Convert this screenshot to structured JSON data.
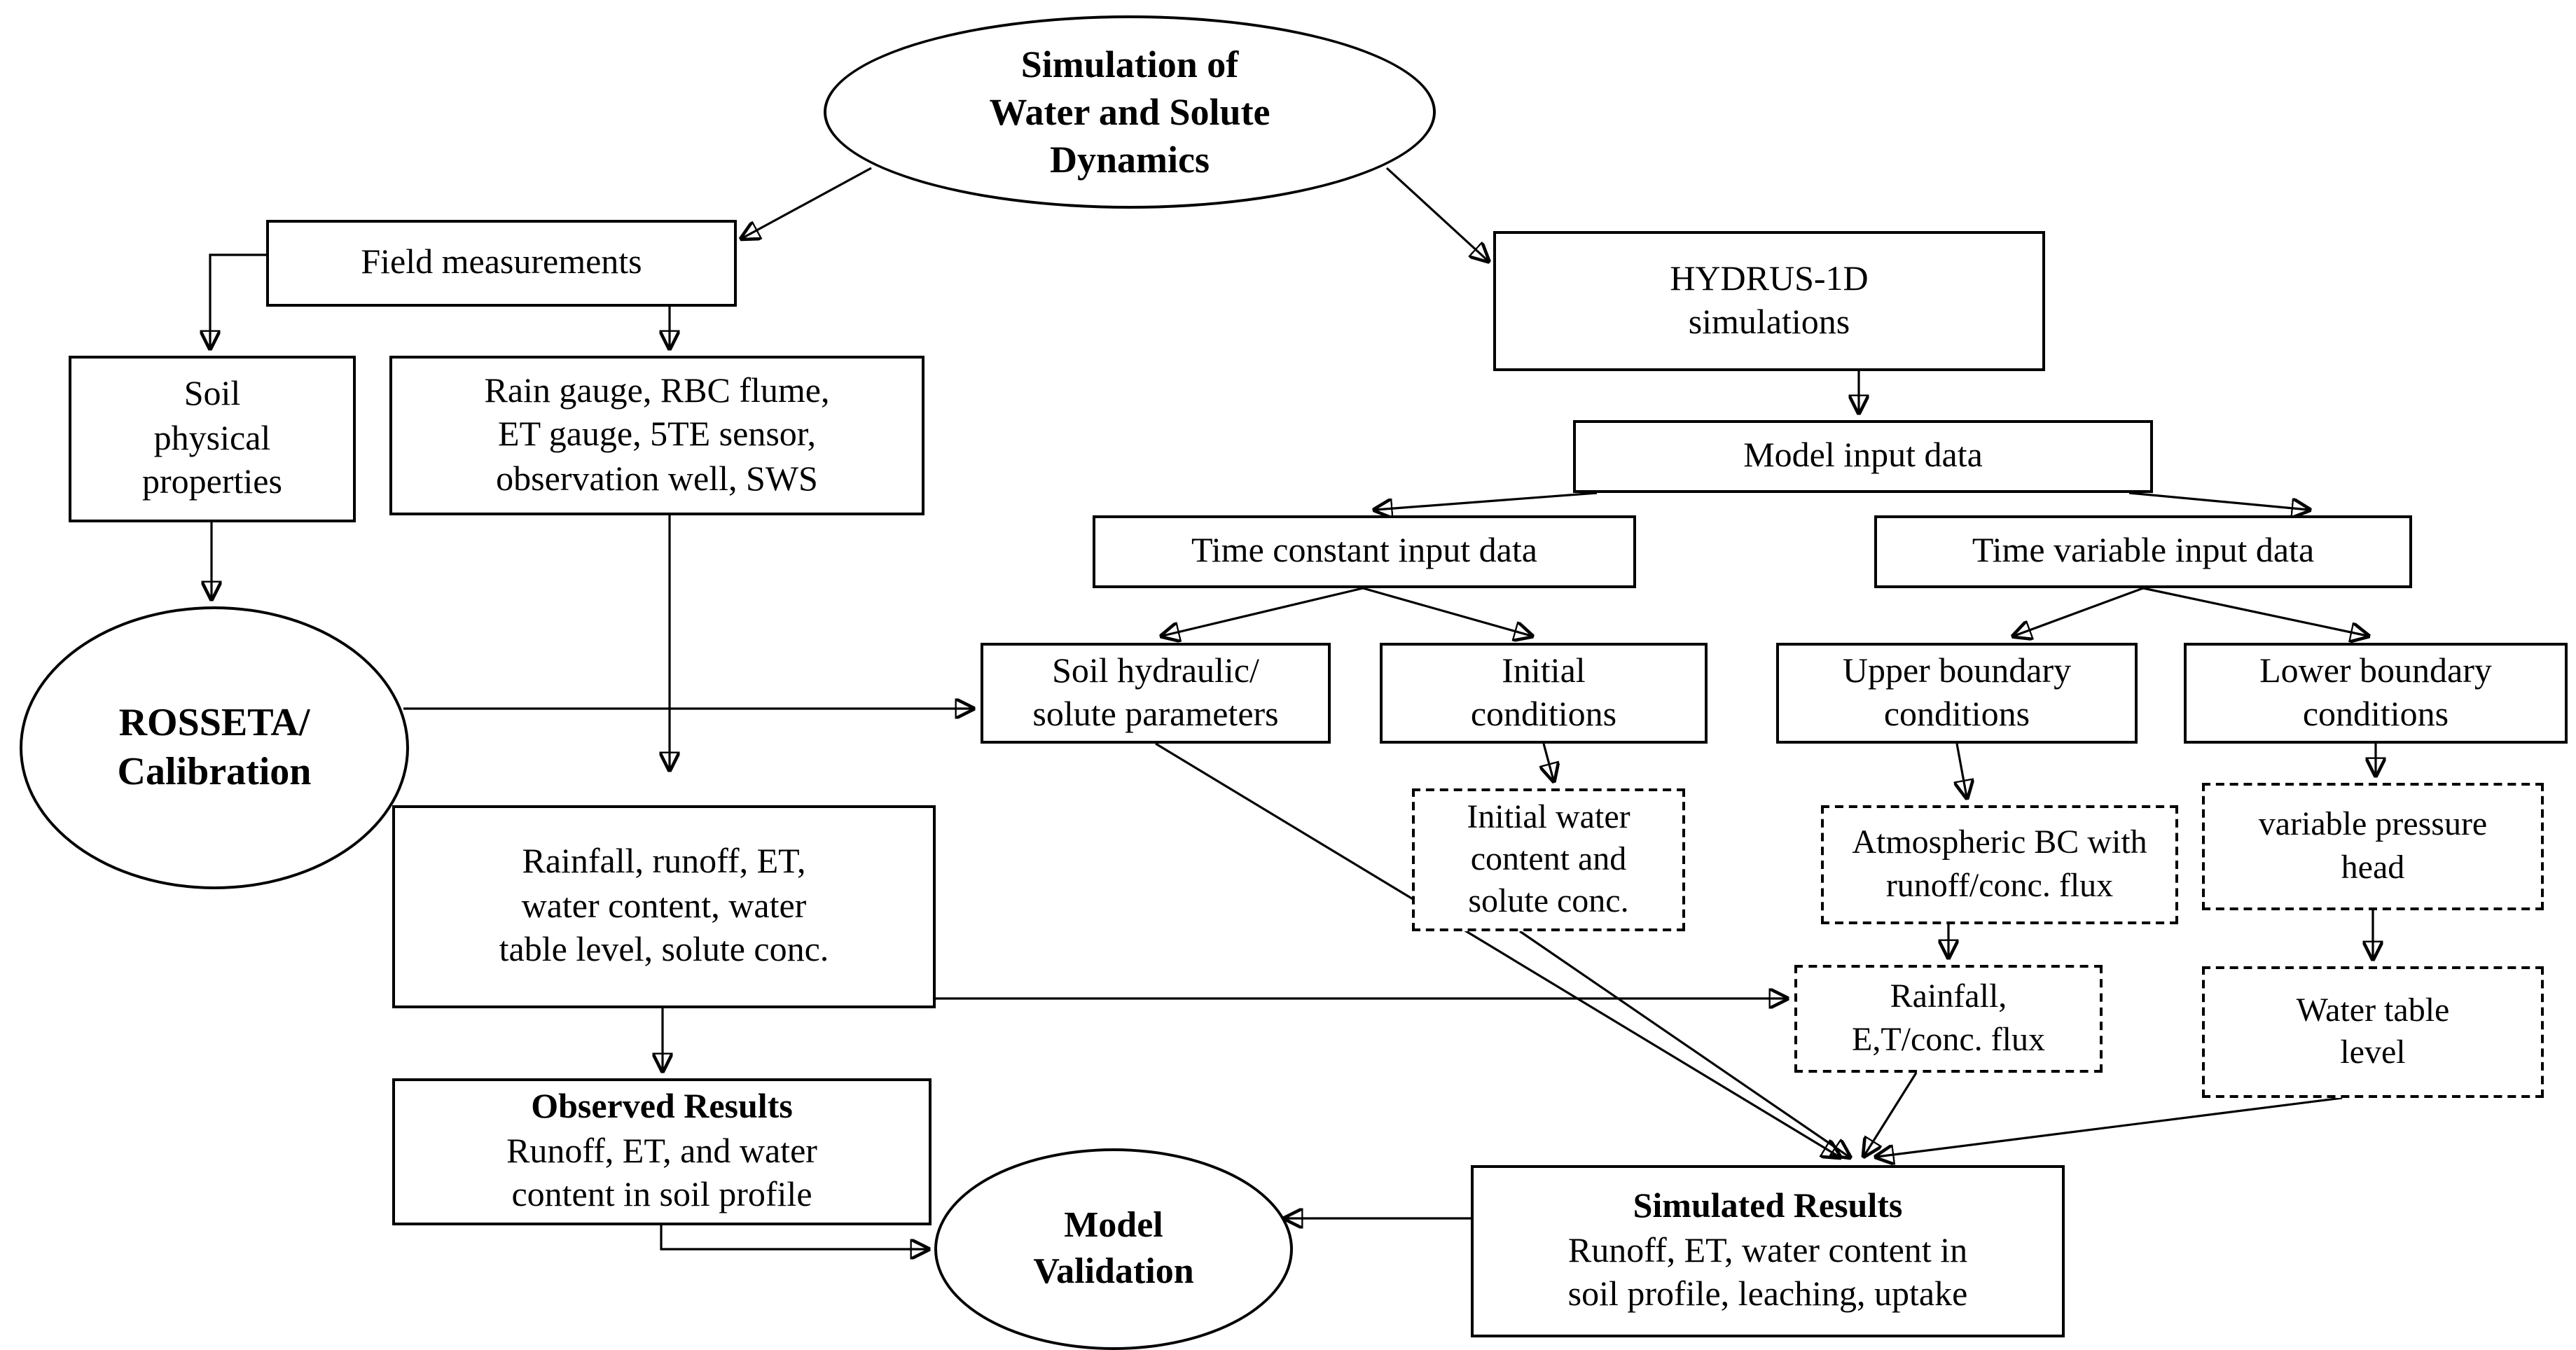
{
  "diagram": {
    "background_color": "#ffffff",
    "line_color": "#000000",
    "nodes": {
      "sim_dynamics": {
        "label": "Simulation of\nWater and Solute\nDynamics",
        "shape": "ellipse",
        "emphasis": "bold"
      },
      "field": {
        "label": "Field measurements",
        "shape": "rect"
      },
      "hydrus": {
        "label": "HYDRUS-1D\nsimulations",
        "shape": "rect"
      },
      "soil_phys": {
        "label": "Soil\nphysical\nproperties",
        "shape": "rect"
      },
      "rain_gauge": {
        "label": "Rain gauge, RBC flume,\nET gauge, 5TE sensor,\nobservation well, SWS",
        "shape": "rect"
      },
      "rosseta": {
        "label": "ROSSETA/\nCalibration",
        "shape": "ellipse",
        "emphasis": "bold"
      },
      "model_input": {
        "label": "Model input data",
        "shape": "rect"
      },
      "time_constant": {
        "label": "Time constant input data",
        "shape": "rect"
      },
      "time_variable": {
        "label": "Time variable input data",
        "shape": "rect"
      },
      "soil_hydraulic": {
        "label": "Soil hydraulic/\nsolute parameters",
        "shape": "rect"
      },
      "initial_cond": {
        "label": "Initial\nconditions",
        "shape": "rect"
      },
      "upper_boundary": {
        "label": "Upper boundary\nconditions",
        "shape": "rect"
      },
      "lower_boundary": {
        "label": "Lower boundary\nconditions",
        "shape": "rect"
      },
      "initial_water": {
        "label": "Initial water\ncontent and\nsolute conc.",
        "shape": "rect",
        "border": "dashed"
      },
      "atmospheric": {
        "label": "Atmospheric BC with\nrunoff/conc. flux",
        "shape": "rect",
        "border": "dashed"
      },
      "var_pressure": {
        "label": "variable pressure\nhead",
        "shape": "rect",
        "border": "dashed"
      },
      "rainfall_sim": {
        "label": "Rainfall,\nE,T/conc. flux",
        "shape": "rect",
        "border": "dashed"
      },
      "water_table": {
        "label": "Water table\nlevel",
        "shape": "rect",
        "border": "dashed"
      },
      "rainfall_obs": {
        "label": "Rainfall, runoff, ET,\nwater content, water\ntable level, solute conc.",
        "shape": "rect"
      },
      "observed": {
        "title": "Observed Results",
        "body": "Runoff, ET, and water\ncontent in soil profile",
        "shape": "rect"
      },
      "validation": {
        "label": "Model\nValidation",
        "shape": "ellipse",
        "emphasis": "bold"
      },
      "simulated": {
        "title": "Simulated Results",
        "body": "Runoff, ET, water content in\nsoil profile, leaching, uptake",
        "shape": "rect"
      }
    },
    "edges": [
      {
        "from": "sim_dynamics",
        "to": "field"
      },
      {
        "from": "sim_dynamics",
        "to": "hydrus"
      },
      {
        "from": "field",
        "to": "soil_phys"
      },
      {
        "from": "field",
        "to": "rain_gauge"
      },
      {
        "from": "soil_phys",
        "to": "rosseta"
      },
      {
        "from": "rosseta",
        "to": "soil_hydraulic"
      },
      {
        "from": "rain_gauge",
        "to": "rainfall_obs"
      },
      {
        "from": "hydrus",
        "to": "model_input"
      },
      {
        "from": "model_input",
        "to": "time_constant"
      },
      {
        "from": "model_input",
        "to": "time_variable"
      },
      {
        "from": "time_constant",
        "to": "soil_hydraulic"
      },
      {
        "from": "time_constant",
        "to": "initial_cond"
      },
      {
        "from": "time_variable",
        "to": "upper_boundary"
      },
      {
        "from": "time_variable",
        "to": "lower_boundary"
      },
      {
        "from": "initial_cond",
        "to": "initial_water"
      },
      {
        "from": "upper_boundary",
        "to": "atmospheric"
      },
      {
        "from": "lower_boundary",
        "to": "var_pressure"
      },
      {
        "from": "atmospheric",
        "to": "rainfall_sim"
      },
      {
        "from": "var_pressure",
        "to": "water_table"
      },
      {
        "from": "rainfall_obs",
        "to": "rainfall_sim"
      },
      {
        "from": "rainfall_obs",
        "to": "observed"
      },
      {
        "from": "soil_hydraulic",
        "to": "simulated"
      },
      {
        "from": "initial_water",
        "to": "simulated"
      },
      {
        "from": "rainfall_sim",
        "to": "simulated"
      },
      {
        "from": "water_table",
        "to": "simulated"
      },
      {
        "from": "observed",
        "to": "validation"
      },
      {
        "from": "simulated",
        "to": "validation"
      }
    ]
  }
}
